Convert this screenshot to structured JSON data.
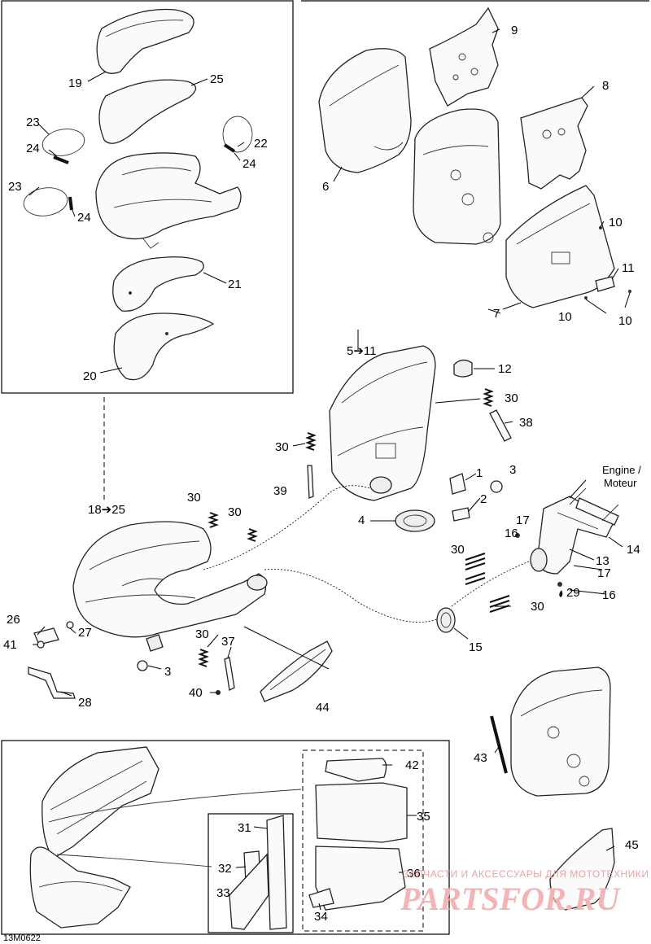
{
  "diagram": {
    "doc_code": "13M0622",
    "engine_label_line1": "Engine /",
    "engine_label_line2": "Moteur",
    "watermark_line1": "ЗАПЧАСТИ И АКСЕССУАРЫ ДЛЯ МОТОТЕХНИКИ",
    "watermark_line2": "PARTSFOR.RU",
    "callouts": {
      "c1": "1",
      "c2": "2",
      "c3a": "3",
      "c3b": "3",
      "c4": "4",
      "c5": "5➔11",
      "c6": "6",
      "c7": "7",
      "c8": "8",
      "c9": "9",
      "c10a": "10",
      "c10b": "10",
      "c10c": "10",
      "c11": "11",
      "c12": "12",
      "c13": "13",
      "c14": "14",
      "c15": "15",
      "c16a": "16",
      "c16b": "16",
      "c17a": "17",
      "c17b": "17",
      "c18": "18➔25",
      "c19": "19",
      "c20": "20",
      "c21": "21",
      "c22": "22",
      "c23a": "23",
      "c23b": "23",
      "c24a": "24",
      "c24b": "24",
      "c24c": "24",
      "c25": "25",
      "c26": "26",
      "c27": "27",
      "c28": "28",
      "c29": "29",
      "c30a": "30",
      "c30b": "30",
      "c30c": "30",
      "c30d": "30",
      "c30e": "30",
      "c30f": "30",
      "c30g": "30",
      "c31": "31",
      "c32": "32",
      "c33": "33",
      "c34": "34",
      "c35": "35",
      "c36": "36",
      "c37": "37",
      "c38": "38",
      "c39": "39",
      "c40": "40",
      "c41": "41",
      "c42": "42",
      "c43": "43",
      "c44": "44",
      "c45": "45"
    }
  }
}
